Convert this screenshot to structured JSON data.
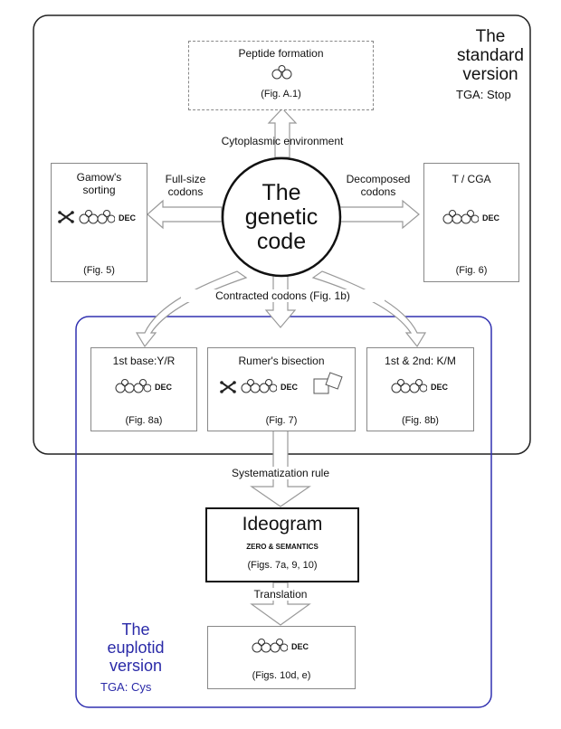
{
  "standard": {
    "title_1": "The",
    "title_2": "standard",
    "title_3": "version",
    "note": "TGA: Stop",
    "color": "#111111"
  },
  "euplotid": {
    "title_1": "The",
    "title_2": "euplotid",
    "title_3": "version",
    "note": "TGA: Cys",
    "color": "#2a2aa8"
  },
  "peptide": {
    "title": "Peptide formation",
    "fig": "(Fig. A.1)"
  },
  "cytoplasmic": "Cytoplasmic environment",
  "center": {
    "line1": "The",
    "line2": "genetic",
    "line3": "code"
  },
  "gamow": {
    "title_1": "Gamow's",
    "title_2": "sorting",
    "dec": "DEC",
    "fig": "(Fig. 5)"
  },
  "tcga": {
    "title": "T / CGA",
    "dec": "DEC",
    "fig": "(Fig. 6)"
  },
  "fullsize": {
    "line1": "Full-size",
    "line2": "codons"
  },
  "decomposed": {
    "line1": "Decomposed",
    "line2": "codons"
  },
  "contracted": "Contracted codons (Fig. 1b)",
  "firstbase": {
    "title": "1st base:Y/R",
    "dec": "DEC",
    "fig": "(Fig. 8a)"
  },
  "rumer": {
    "title": "Rumer's bisection",
    "dec": "DEC",
    "fig": "(Fig. 7)"
  },
  "firstsecond": {
    "title": "1st & 2nd: K/M",
    "dec": "DEC",
    "fig": "(Fig. 8b)"
  },
  "systematization": "Systematization rule",
  "ideogram": {
    "title": "Ideogram",
    "subtitle": "ZERO & SEMANTICS",
    "fig": "(Figs. 7a, 9, 10)"
  },
  "translation": "Translation",
  "final": {
    "dec": "DEC",
    "fig": "(Figs. 10d, e)"
  }
}
